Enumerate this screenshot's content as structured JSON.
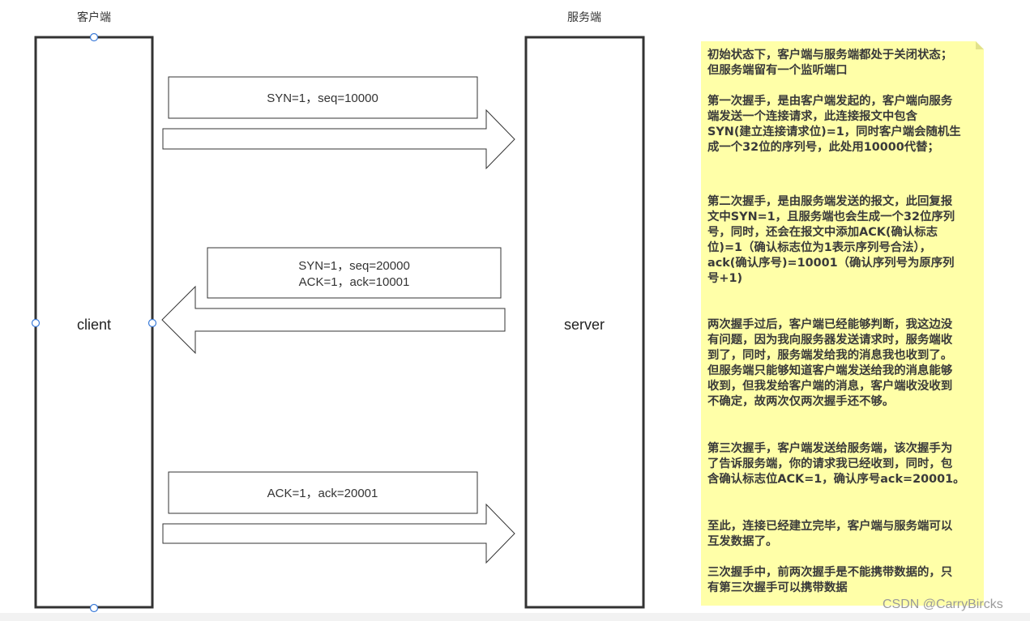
{
  "lanes": {
    "client_header": "客户端",
    "server_header": "服务端",
    "client_label": "client",
    "server_label": "server"
  },
  "messages": [
    {
      "lines": [
        "SYN=1，seq=10000"
      ],
      "direction": "to-server"
    },
    {
      "lines": [
        "SYN=1，seq=20000",
        "ACK=1，ack=10001"
      ],
      "direction": "to-client"
    },
    {
      "lines": [
        "ACK=1，ack=20001"
      ],
      "direction": "to-server"
    }
  ],
  "note": {
    "paragraphs": [
      "初始状态下，客户端与服务端都处于关闭状态；\n但服务端留有一个监听端口",
      "第一次握手，是由客户端发起的，客户端向服务\n端发送一个连接请求，此连接报文中包含\nSYN(建立连接请求位)=1，同时客户端会随机生\n成一个32位的序列号，此处用10000代替；",
      "第二次握手，是由服务端发送的报文，此回复报\n文中SYN=1，且服务端也会生成一个32位序列\n号，同时，还会在报文中添加ACK(确认标志\n位)=1（确认标志位为1表示序列号合法），\nack(确认序号)=10001（确认序列号为原序列\n号+1)",
      "两次握手过后，客户端已经能够判断，我这边没\n有问题，因为我向服务器发送请求时，服务端收\n到了，同时，服务端发给我的消息我也收到了。\n但服务端只能够知道客户端发送给我的消息能够\n收到，但我发给客户端的消息，客户端收没收到\n不确定，故两次仅两次握手还不够。",
      "第三次握手，客户端发送给服务端，该次握手为\n了告诉服务端，你的请求我已经收到，同时，包\n含确认标志位ACK=1，确认序号ack=20001。",
      "至此，连接已经建立完毕，客户端与服务端可以\n互发数据了。",
      "三次握手中，前两次握手是不能携带数据的，只\n有第三次握手可以携带数据"
    ]
  },
  "watermark": "CSDN @CarryBircks"
}
